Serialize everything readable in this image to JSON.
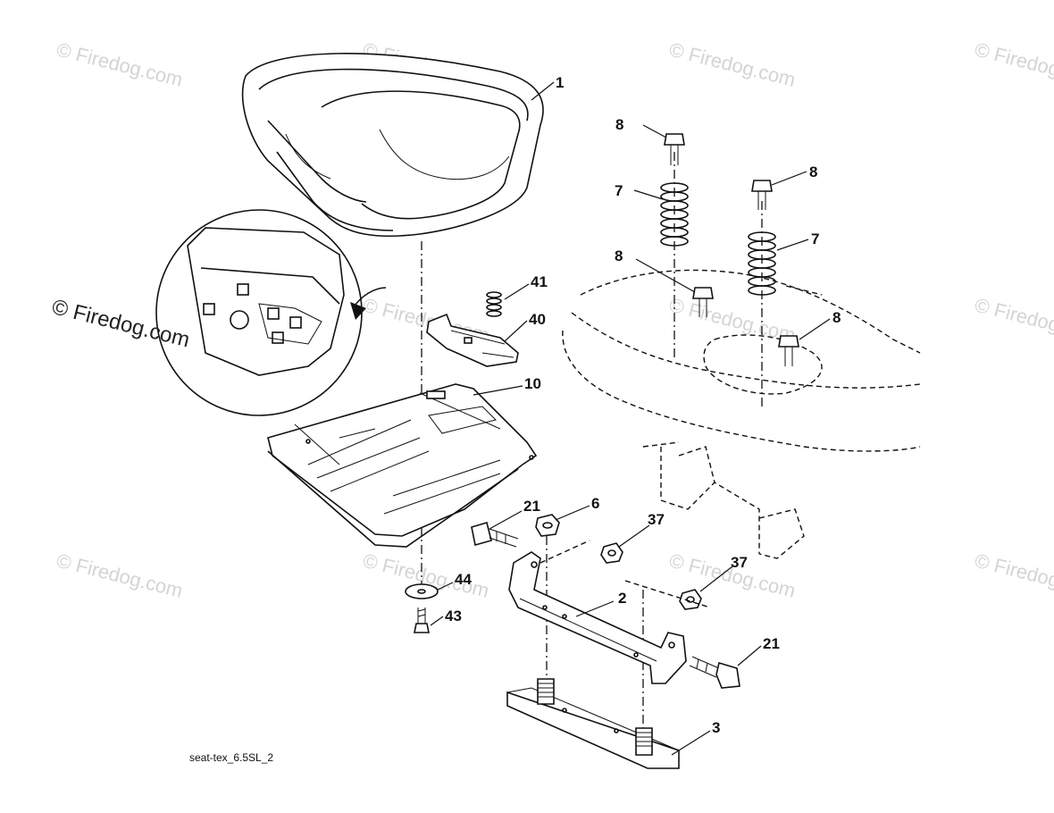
{
  "diagram": {
    "caption": "seat-tex_6.5SL_2",
    "watermark_text": "© Firedog.com",
    "callouts": [
      {
        "id": "seat",
        "label": "1"
      },
      {
        "id": "bolt-upper-left",
        "label": "8"
      },
      {
        "id": "spring-left",
        "label": "7"
      },
      {
        "id": "bolt-upper-right",
        "label": "8"
      },
      {
        "id": "spring-right",
        "label": "7"
      },
      {
        "id": "bolt-lower-left",
        "label": "8"
      },
      {
        "id": "bolt-lower-right",
        "label": "8"
      },
      {
        "id": "small-spring",
        "label": "41"
      },
      {
        "id": "switch-bracket",
        "label": "40"
      },
      {
        "id": "seat-pan",
        "label": "10"
      },
      {
        "id": "bolt-21-left",
        "label": "21"
      },
      {
        "id": "nut-6",
        "label": "6"
      },
      {
        "id": "nut-37-upper",
        "label": "37"
      },
      {
        "id": "nut-37-lower",
        "label": "37"
      },
      {
        "id": "washer-44",
        "label": "44"
      },
      {
        "id": "screw-43",
        "label": "43"
      },
      {
        "id": "bracket-2",
        "label": "2"
      },
      {
        "id": "bolt-21-right",
        "label": "21"
      },
      {
        "id": "plate-3",
        "label": "3"
      }
    ]
  }
}
